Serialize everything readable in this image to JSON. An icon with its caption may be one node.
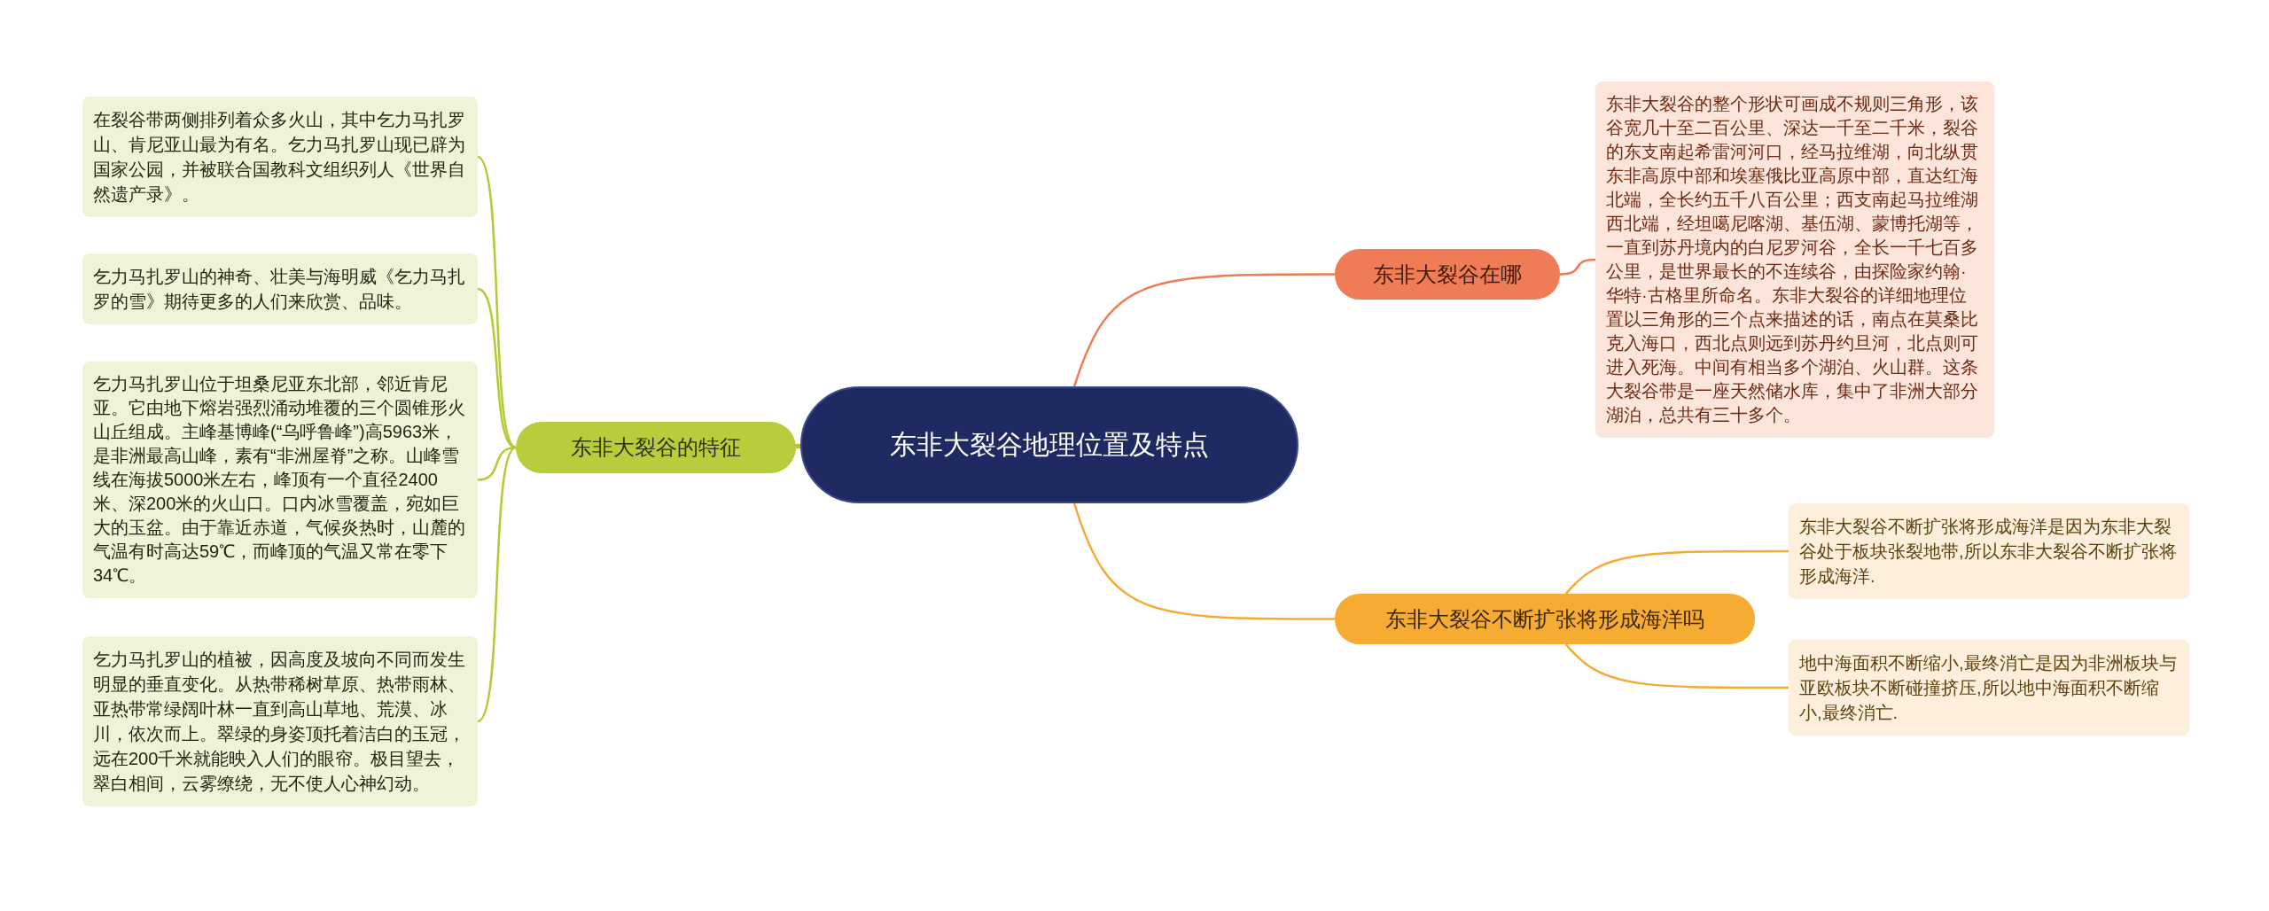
{
  "diagram": {
    "nodes": [
      {
        "text": [
          "东非大裂谷地理位置及特点"
        ]
      },
      {
        "text": [
          "东非大裂谷在哪"
        ]
      },
      {
        "text": [
          "东非大裂谷的整个形状可画成不规则三角形，该谷宽几十至二百公里、深达一千至二千米，裂谷的东支南起希雷河河口，经马拉维湖，向北纵贯东非高原中部和埃塞俄比亚高原中部，直达红海北端，全长约五千八百公里；西支南起马拉维湖西北端，经坦噶尼喀湖、基伍湖、蒙博托湖等，一直到苏丹境内的白尼罗河谷，全长一千七百多公里，是世界最长的不连续谷，由探险家约翰·华特·古格里所命名。东非大裂谷的详细地理位置以三角形的三个点来描述的话，南点在莫桑比克入海口，西北点则远到苏丹约旦河，北点则可进入死海。中间有相当多个湖泊、火山群。这条大裂谷带是一座天然储水库，集中了非洲大部分湖泊，总共有三十多个。"
        ]
      },
      {
        "text": [
          "东非大裂谷不断扩张将形成海洋吗"
        ]
      },
      {
        "text": [
          "东非大裂谷不断扩张将形成海洋是因为东非大裂谷处于板块张裂地带,所以东非大裂谷不断扩张将形成海洋."
        ]
      },
      {
        "text": [
          "地中海面积不断缩小,最终消亡是因为非洲板块与亚欧板块不断碰撞挤压,所以地中海面积不断缩小,最终消亡."
        ]
      },
      {
        "text": [
          "东非大裂谷的特征"
        ]
      },
      {
        "text": [
          "在裂谷带两侧排列着众多火山，其中乞力马扎罗山、肯尼亚山最为有名。乞力马扎罗山现已辟为国家公园，并被联合国教科文组织列人《世界自然遗产录》。"
        ]
      },
      {
        "text": [
          "乞力马扎罗山的神奇、壮美与海明威《乞力马扎罗的雪》期待更多的人们来欣赏、品味。"
        ]
      },
      {
        "text": [
          "乞力马扎罗山位于坦桑尼亚东北部，邻近肯尼亚。它由地下熔岩强烈涌动堆覆的三个圆锥形火山丘组成。主峰基博峰(“乌呼鲁峰”)高5963米，是非洲最高山峰，素有“非洲屋脊”之称。山峰雪线在海拔5000米左右，峰顶有一个直径2400米、深200米的火山口。口内冰雪覆盖，宛如巨大的玉盆。由于靠近赤道，气候炎热时，山麓的气温有时高达59℃，而峰顶的气温又常在零下34℃。"
        ]
      },
      {
        "text": [
          "乞力马扎罗山的植被，因高度及坡向不同而发生明显的垂直变化。从热带稀树草原、热带雨林、亚热带常绿阔叶林一直到高山草地、荒漠、冰川，依次而上。翠绿的身姿顶托着洁白的玉冠，远在200千米就能映入人们的眼帘。极目望去，翠白相间，云雾缭绕，无不使人心神幻动。"
        ]
      }
    ],
    "edges": [
      {
        "from": 0,
        "to": 1,
        "arrow": "none",
        "color": "#ee7b52"
      },
      {
        "from": 1,
        "to": 2,
        "arrow": "none",
        "color": "#ee7b52"
      },
      {
        "from": 0,
        "to": 3,
        "arrow": "none",
        "color": "#f4ab35"
      },
      {
        "from": 3,
        "to": 4,
        "arrow": "none",
        "color": "#f4ab35"
      },
      {
        "from": 3,
        "to": 5,
        "arrow": "none",
        "color": "#f4ab35"
      },
      {
        "from": 0,
        "to": 6,
        "arrow": "none"
      },
      {
        "from": 6,
        "to": 7,
        "arrow": "none"
      },
      {
        "from": 6,
        "to": 8,
        "arrow": "none"
      },
      {
        "from": 6,
        "to": 9,
        "arrow": "none"
      },
      {
        "from": 6,
        "to": 10,
        "arrow": "none"
      }
    ]
  }
}
